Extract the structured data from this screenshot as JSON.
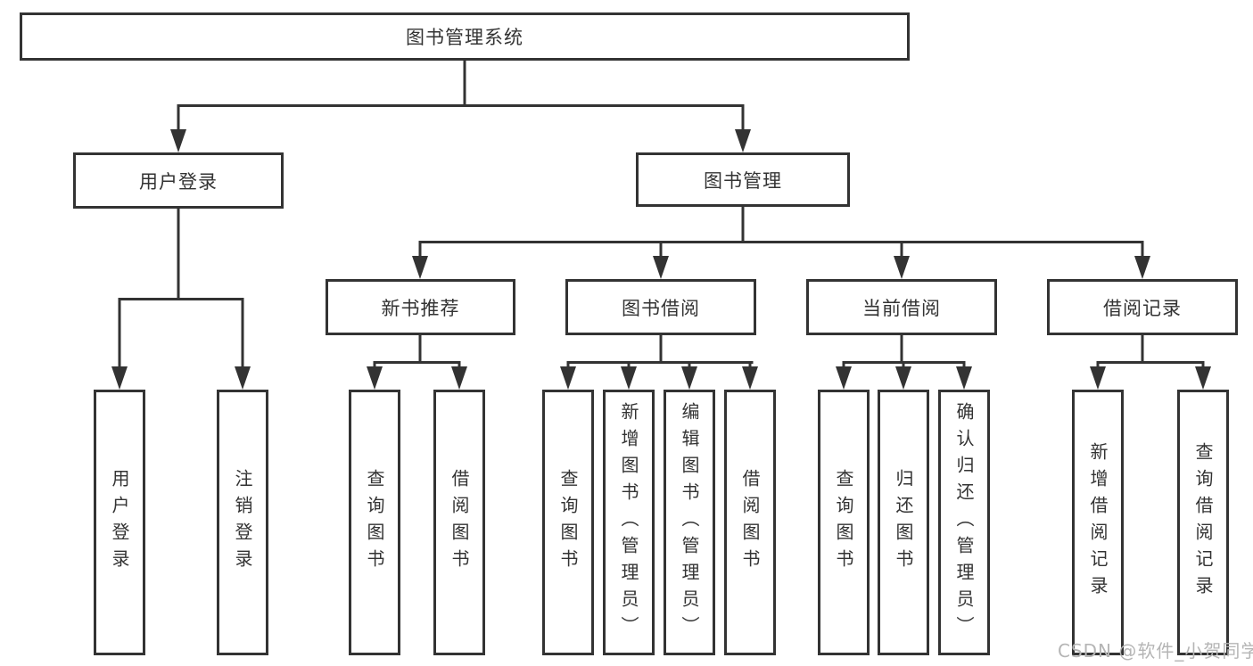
{
  "diagram": {
    "title": "图书管理系统",
    "colors": {
      "line": "#333333",
      "text": "#333333",
      "box_background": "#ffffff",
      "watermark": "#b5b5b5",
      "background": "#ffffff"
    },
    "tree": {
      "root": {
        "label": "图书管理系统"
      },
      "level2": [
        {
          "label": "用户登录"
        },
        {
          "label": "图书管理"
        }
      ],
      "level3": [
        {
          "label": "新书推荐"
        },
        {
          "label": "图书借阅"
        },
        {
          "label": "当前借阅"
        },
        {
          "label": "借阅记录"
        }
      ],
      "leaves": {
        "user_login_group": [
          {
            "label": "用户登录"
          },
          {
            "label": "注销登录"
          }
        ],
        "new_book_group": [
          {
            "label": "查询图书"
          },
          {
            "label": "借阅图书"
          }
        ],
        "borrow_group": [
          {
            "label": "查询图书"
          },
          {
            "label": "新增图书（管理员）"
          },
          {
            "label": "编辑图书（管理员）"
          },
          {
            "label": "借阅图书"
          }
        ],
        "current_group": [
          {
            "label": "查询图书"
          },
          {
            "label": "归还图书"
          },
          {
            "label": "确认归还（管理员）"
          }
        ],
        "record_group": [
          {
            "label": "新增借阅记录"
          },
          {
            "label": "查询借阅记录"
          }
        ]
      }
    }
  },
  "watermark": {
    "text": "CSDN @软件_小贺同学"
  }
}
